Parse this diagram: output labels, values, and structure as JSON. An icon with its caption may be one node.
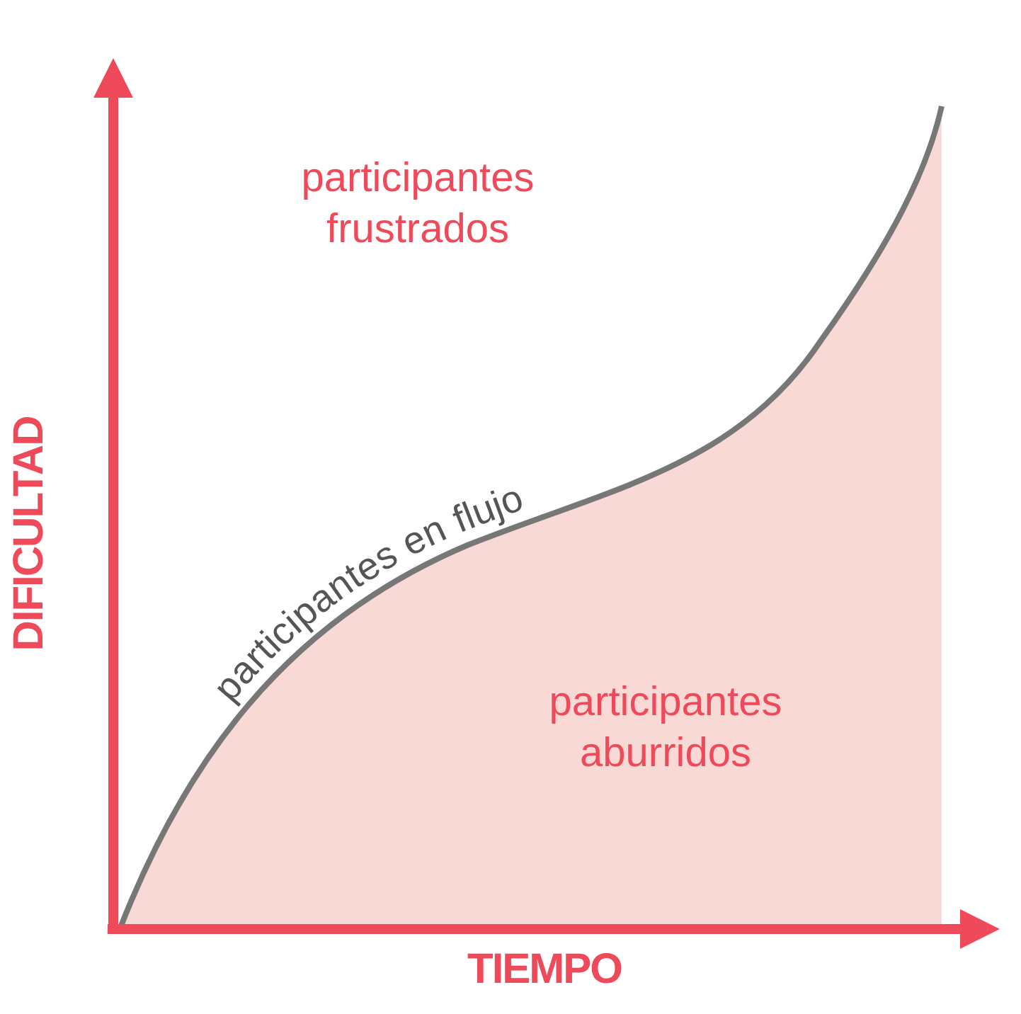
{
  "diagram": {
    "labels": [
      "participantes frustrados",
      "DIFICULTAD",
      "participantes en flujo",
      "participantes aburridos",
      "TIEMPO"
    ]
  }
}
